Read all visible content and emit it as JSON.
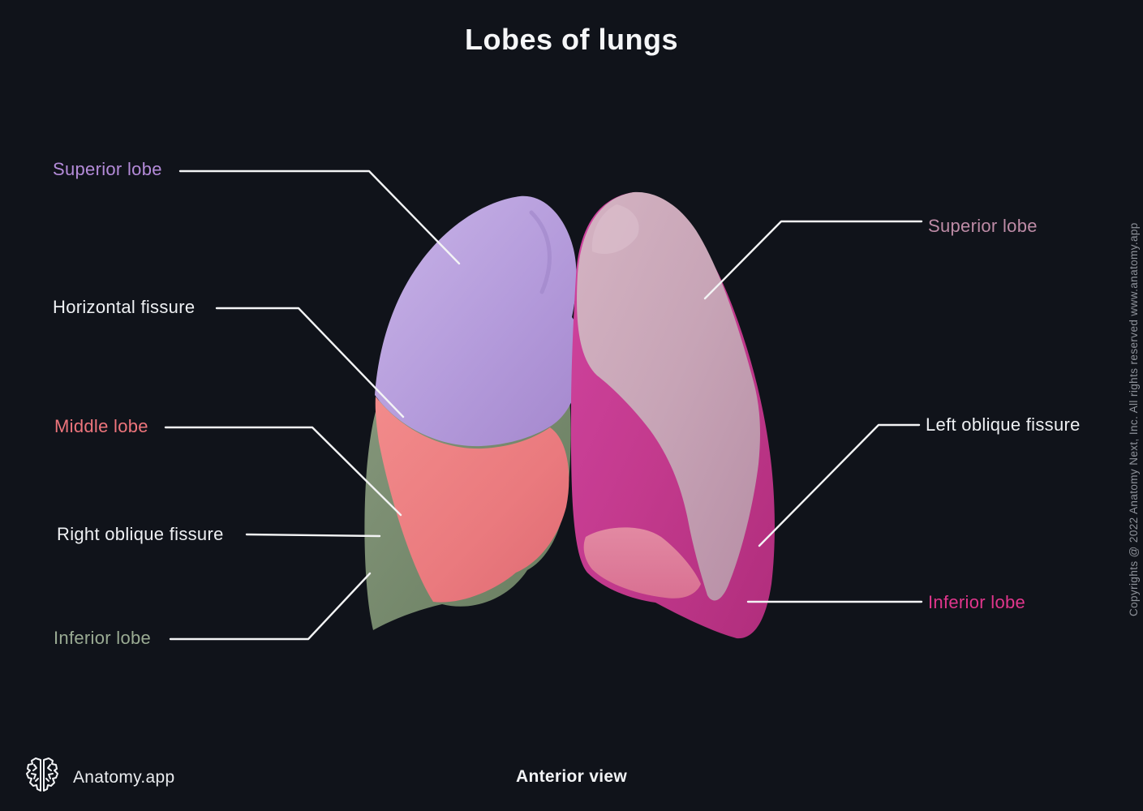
{
  "title": "Lobes of lungs",
  "caption": "Anterior view",
  "brand": {
    "name": "Anatomy.app",
    "logo": "brain-icon"
  },
  "copyright": "Copyrights @ 2022 Anatomy Next, Inc. All rights reserved www.anatomy.app",
  "colors": {
    "background": "#10131a",
    "leader_line": "#f3f4f5",
    "label_white": "#eef0f3",
    "label_superior_lobe_right_lung": "#b48bd9",
    "label_middle_lobe": "#ee757c",
    "label_inferior_lobe_right_lung": "#9aab93",
    "label_superior_lobe_left_lung": "#bd8ba6",
    "label_inferior_lobe_left_lung": "#e0368c",
    "lobe_fill_superior_right": "#b49bdb",
    "lobe_fill_middle_right": "#ea7a7e",
    "lobe_fill_inferior_right": "#79906f",
    "lobe_fill_superior_left": "#c7a4b6",
    "lobe_fill_inferior_left": "#c33a8d",
    "copyright_text": "#8e929a"
  },
  "labels": {
    "right_lung": {
      "superior_lobe": "Superior lobe",
      "horizontal_fissure": "Horizontal fissure",
      "middle_lobe": "Middle lobe",
      "right_oblique_fissure": "Right oblique fissure",
      "inferior_lobe": "Inferior lobe"
    },
    "left_lung": {
      "superior_lobe": "Superior lobe",
      "left_oblique_fissure": "Left oblique fissure",
      "inferior_lobe": "Inferior lobe"
    }
  }
}
